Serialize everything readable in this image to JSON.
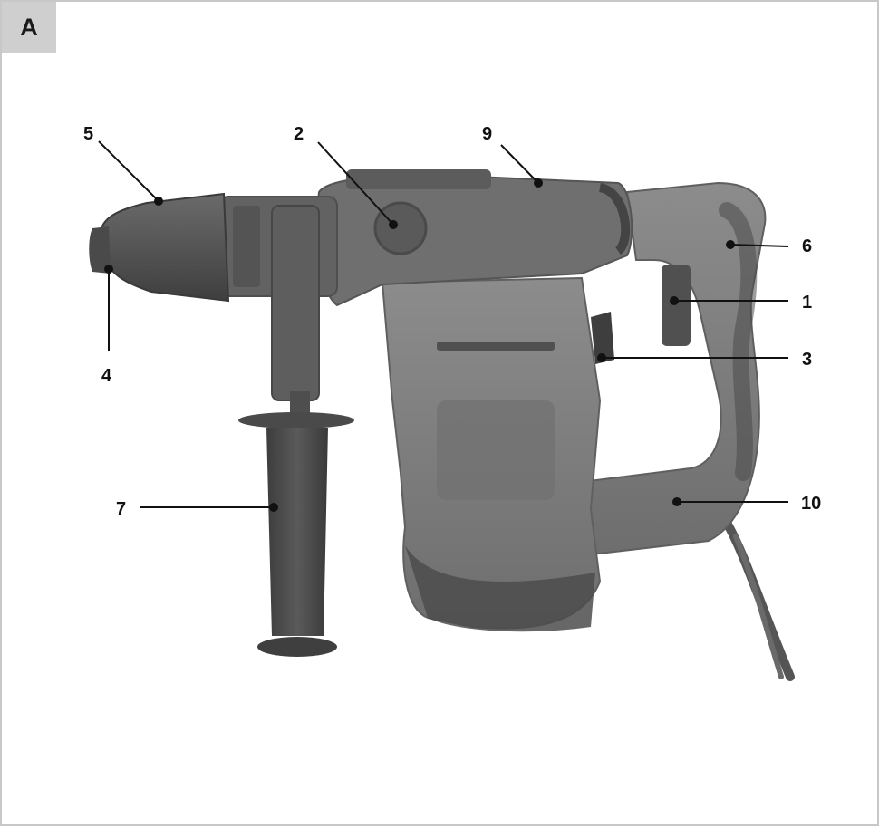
{
  "figure": {
    "tab_label": "A",
    "callouts": {
      "c1": "1",
      "c2": "2",
      "c3": "3",
      "c4": "4",
      "c5": "5",
      "c6": "6",
      "c7": "7",
      "c9": "9",
      "c10": "10"
    }
  },
  "colors": {
    "frame_border": "#c8c8c8",
    "tab_background": "#cfcfcf",
    "tool_body": "#7d7d7d",
    "tool_dark": "#4b4b4b",
    "tool_light": "#9a9a9a",
    "leader_line": "#111111"
  }
}
